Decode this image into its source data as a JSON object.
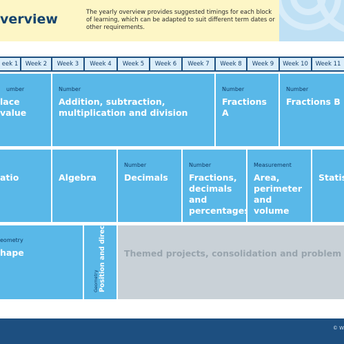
{
  "header": {
    "title": "verview",
    "intro": "The yearly overview provides suggested timings for each block of learning, which can be adapted to suit different term dates or other requirements."
  },
  "weeks": [
    "eek 1",
    "Week 2",
    "Week 3",
    "Week 4",
    "Week 5",
    "Week 6",
    "Week 7",
    "Week 8",
    "Week 9",
    "Week 10",
    "Week 11"
  ],
  "term1": [
    {
      "category": "umber",
      "name": "lace value"
    },
    {
      "category": "Number",
      "name": "Addition, subtraction, multiplication and division"
    },
    {
      "category": "Number",
      "name": "Fractions A"
    },
    {
      "category": "Number",
      "name": "Fractions B"
    }
  ],
  "term2": [
    {
      "category": "",
      "name": "atio"
    },
    {
      "category": "",
      "name": "Algebra"
    },
    {
      "category": "Number",
      "name": "Decimals"
    },
    {
      "category": "Number",
      "name": "Fractions, decimals and percentages"
    },
    {
      "category": "Measurement",
      "name": "Area, perimeter and volume"
    },
    {
      "category": "",
      "name": "Statis"
    }
  ],
  "term3": {
    "shape": {
      "category": "eometry",
      "name": "hape"
    },
    "position": {
      "category": "Geometry",
      "name": "Position and direction"
    },
    "themed": "Themed projects, consolidation and problem so"
  },
  "footer": {
    "copyright": "© W"
  },
  "colors": {
    "banner": "#fdf6c6",
    "navy": "#1d4f80",
    "week_cell": "#dceefa",
    "block": "#59b8e8",
    "category_text": "#0e3b66",
    "themed": "#c9d1d7"
  }
}
